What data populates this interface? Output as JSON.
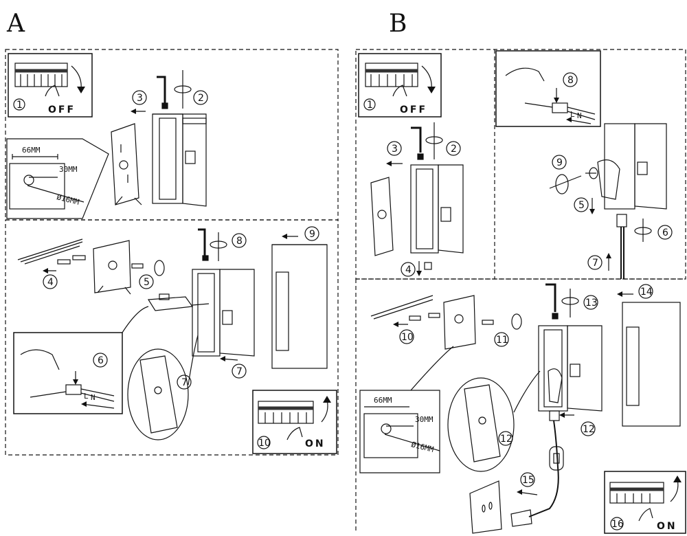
{
  "sections": {
    "a_label": "A",
    "b_label": "B"
  },
  "switch_labels": {
    "off": "OFF",
    "on": "ON"
  },
  "dimensions": {
    "width": "66MM",
    "offset": "30MM",
    "hole": "Ø16MM"
  },
  "wire_labels": {
    "l": "L",
    "n": "N"
  },
  "steps_a": {
    "s1": "1",
    "s2": "2",
    "s3": "3",
    "s4": "4",
    "s5": "5",
    "s6": "6",
    "s7": "7",
    "s7b": "7",
    "s8": "8",
    "s9": "9",
    "s10": "10"
  },
  "steps_b": {
    "s1": "1",
    "s2": "2",
    "s3": "3",
    "s4": "4",
    "s5": "5",
    "s6": "6",
    "s7": "7",
    "s8": "8",
    "s9": "9",
    "s10": "10",
    "s11": "11",
    "s12": "12",
    "s12b": "12",
    "s13": "13",
    "s14": "14",
    "s15": "15",
    "s16": "16"
  }
}
